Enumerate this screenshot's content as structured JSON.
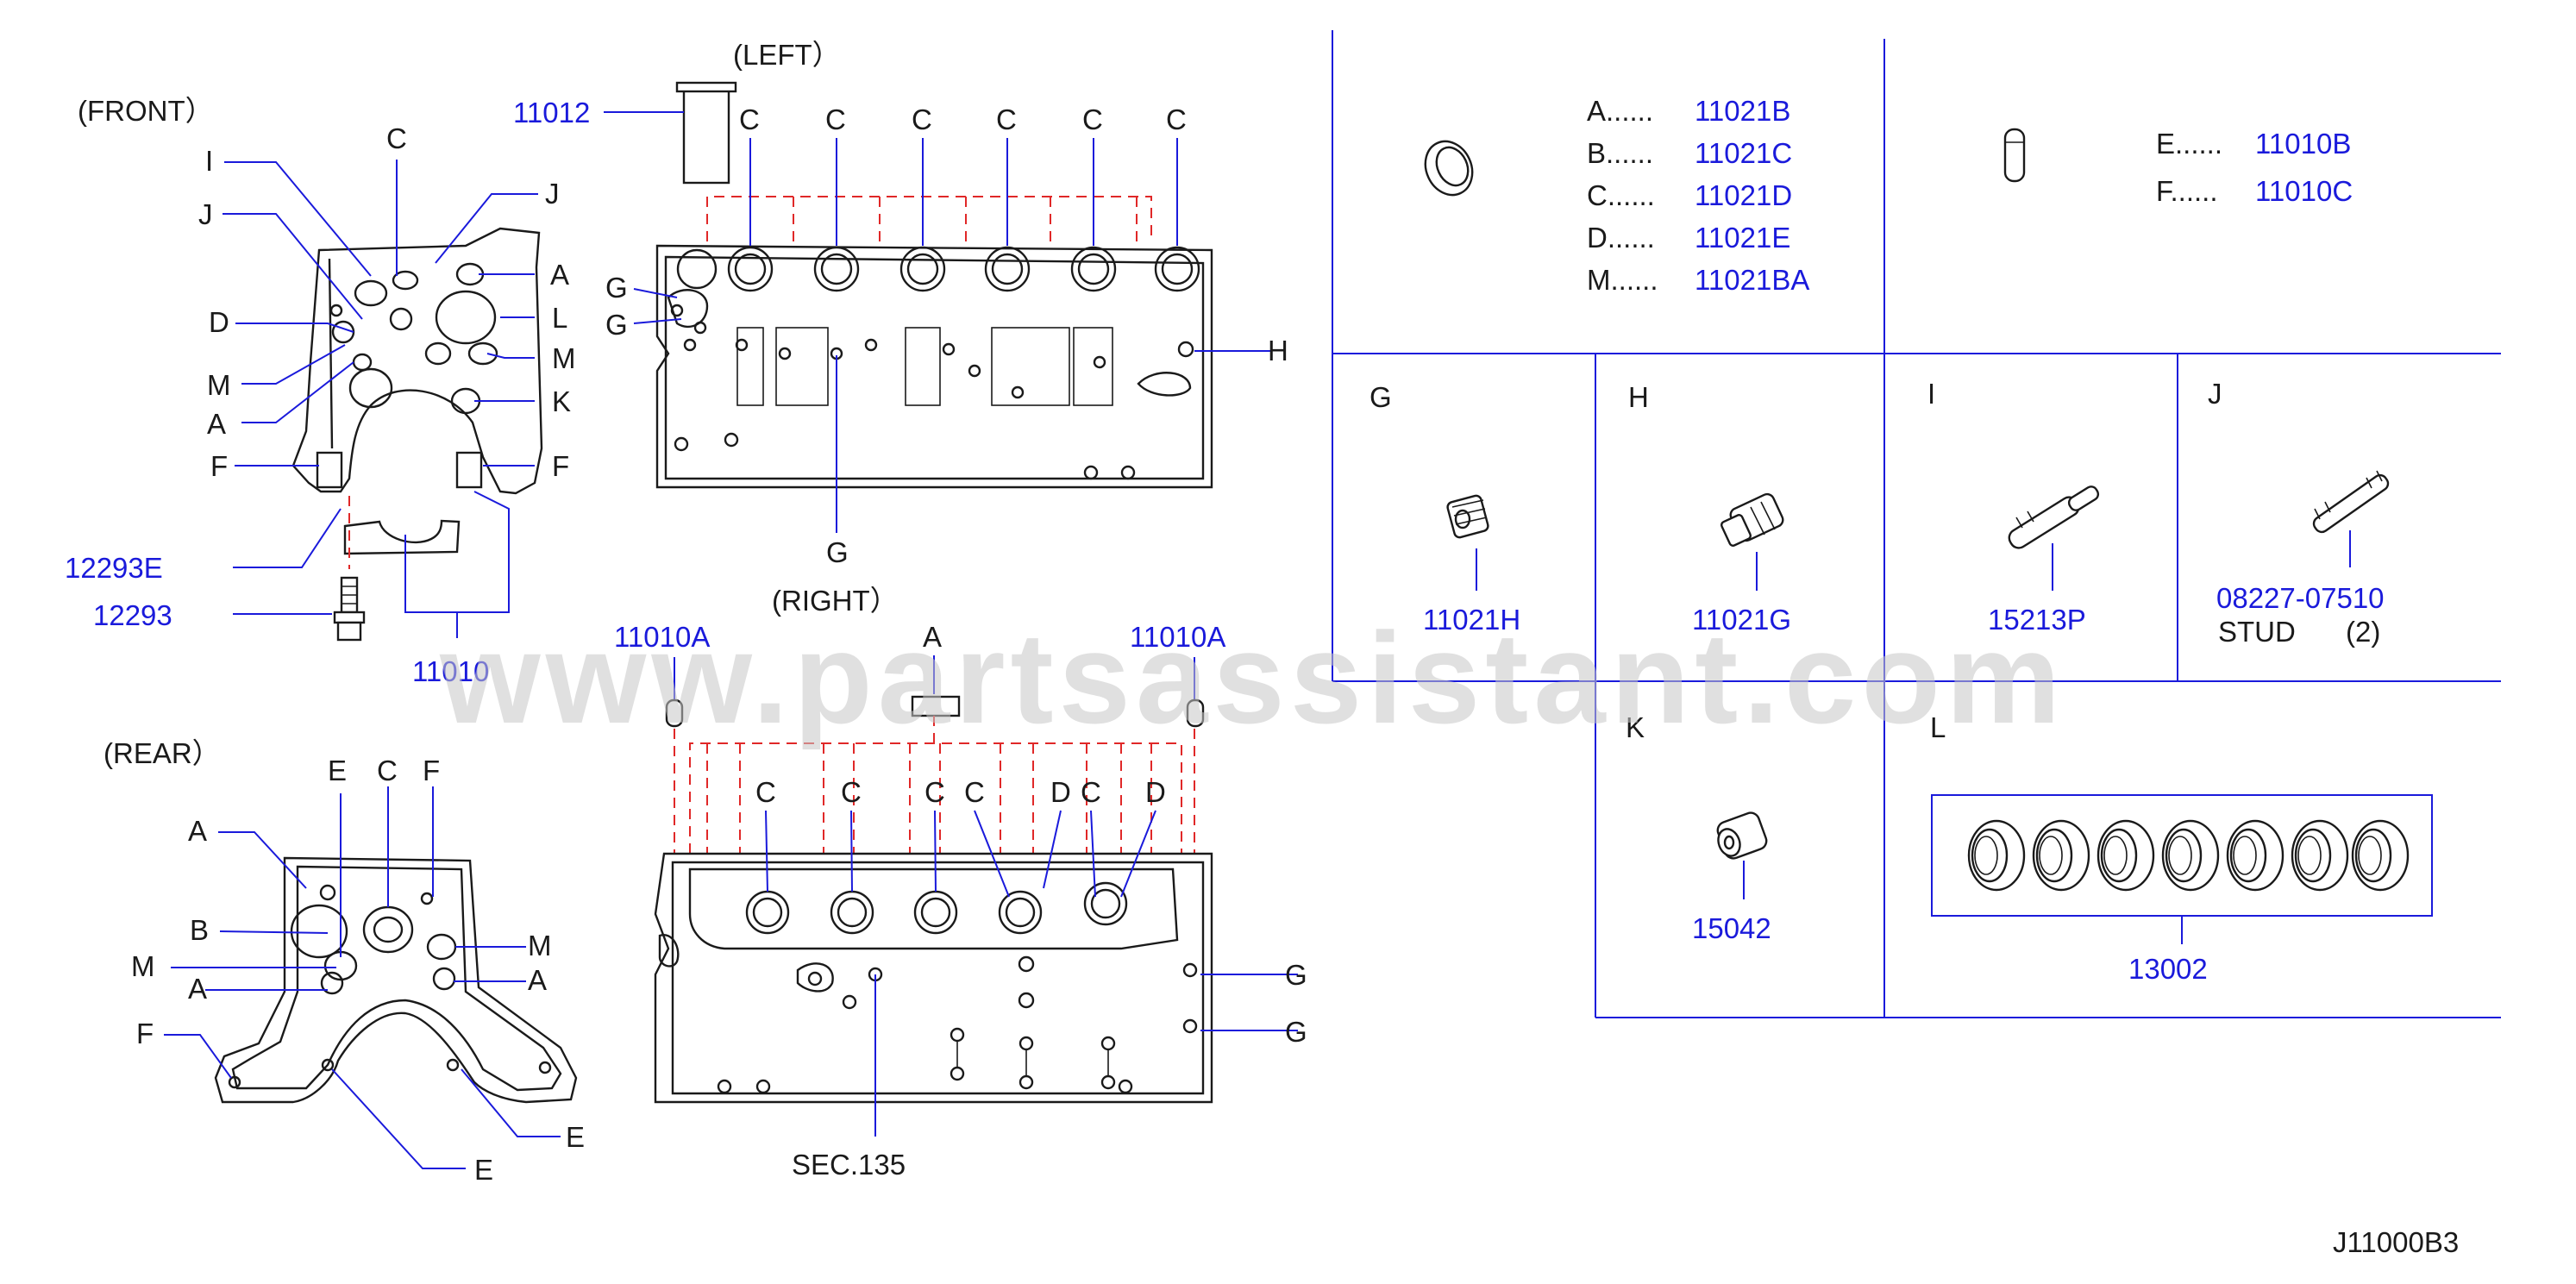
{
  "views": {
    "front": "(FRONT）",
    "left": "(LEFT）",
    "right": "(RIGHT）",
    "rear": "(REAR）"
  },
  "letters": {
    "A": "A",
    "B": "B",
    "C": "C",
    "D": "D",
    "E": "E",
    "F": "F",
    "G": "G",
    "H": "H",
    "I": "I",
    "J": "J",
    "K": "K",
    "L": "L",
    "M": "M"
  },
  "parts": {
    "p11012": "11012",
    "p12293E": "12293E",
    "p12293": "12293",
    "p11010": "11010",
    "p11010A": "11010A",
    "sec135": "SEC.135",
    "p11021H": "11021H",
    "p11021G": "11021G",
    "p15213P": "15213P",
    "p08227": "08227-07510",
    "stud": "STUD",
    "stud_qty": "(2)",
    "p15042": "15042",
    "p13002": "13002",
    "diagram_code": "J11000B3"
  },
  "legend_table": [
    {
      "key": "A......",
      "part": "11021B"
    },
    {
      "key": "B......",
      "part": "11021C"
    },
    {
      "key": "C......",
      "part": "11021D"
    },
    {
      "key": "D......",
      "part": "11021E"
    },
    {
      "key": "M......",
      "part": "11021BA"
    }
  ],
  "legend_table2": [
    {
      "key": "E......",
      "part": "11010B"
    },
    {
      "key": "F......",
      "part": "11010C"
    }
  ],
  "watermark": "www.partsassistant.com",
  "colors": {
    "callout": "#1a1adb",
    "dash": "#e02828",
    "ink": "#1a1a1a",
    "watermark": "#c8c8c8"
  }
}
